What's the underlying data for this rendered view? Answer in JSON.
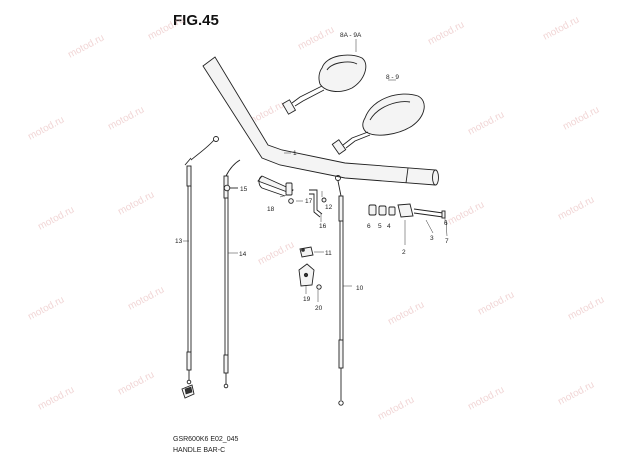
{
  "figure": {
    "title": "FIG.45"
  },
  "caption": {
    "code": "GSR600K6 E02_045",
    "name": "HANDLE BAR-C"
  },
  "watermark": {
    "text": "motod.ru"
  },
  "callouts": {
    "c1": "1",
    "c2": "2",
    "c3": "3",
    "c4": "4",
    "c5": "5",
    "c6": "6",
    "c7": "7",
    "c8_9": "8 - 9",
    "c8a_9a": "8A - 9A",
    "c10": "10",
    "c11": "11",
    "c12": "12",
    "c13": "13",
    "c14": "14",
    "c15": "15",
    "c16": "16",
    "c17": "17",
    "c18": "18",
    "c19": "19",
    "c20": "20"
  }
}
